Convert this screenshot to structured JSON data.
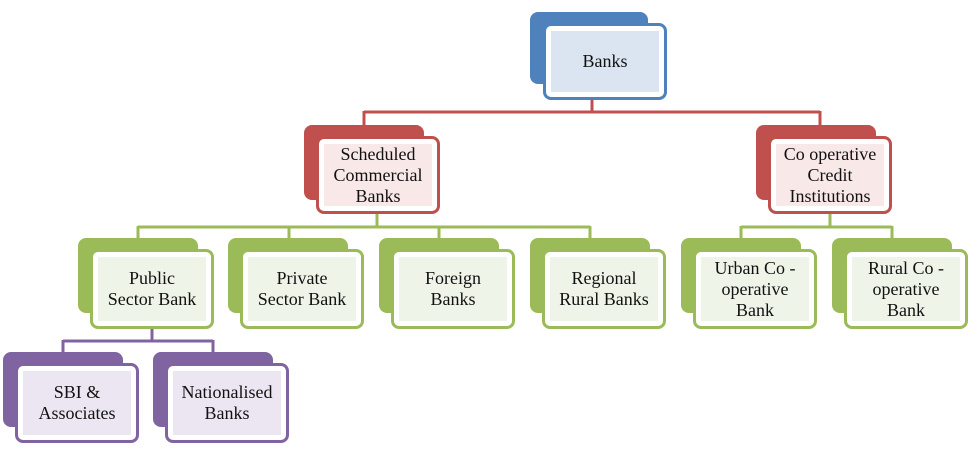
{
  "diagram": {
    "colors": {
      "level0": {
        "back": "#4f81bd",
        "border": "#4f81bd",
        "fill": "#dbe5f1"
      },
      "level1": {
        "back": "#c0504d",
        "border": "#c0504d",
        "fill": "#f9e8e8"
      },
      "level2": {
        "back": "#9bbb59",
        "border": "#9bbb59",
        "fill": "#eef5e8"
      },
      "level3": {
        "back": "#8064a2",
        "border": "#8064a2",
        "fill": "#ece6f2"
      }
    },
    "nodes": {
      "banks": "Banks",
      "scheduled": "Scheduled\nCommercial\nBanks",
      "cooperative": "Co operative\nCredit\nInstitutions",
      "public": "Public\nSector Bank",
      "private": "Private\nSector Bank",
      "foreign": "Foreign\nBanks",
      "regional": "Regional\nRural Banks",
      "urban": "Urban Co -\noperative\nBank",
      "rural": "Rural Co -\noperative\nBank",
      "sbi": "SBI &\nAssociates",
      "nationalised": "Nationalised\nBanks"
    }
  }
}
